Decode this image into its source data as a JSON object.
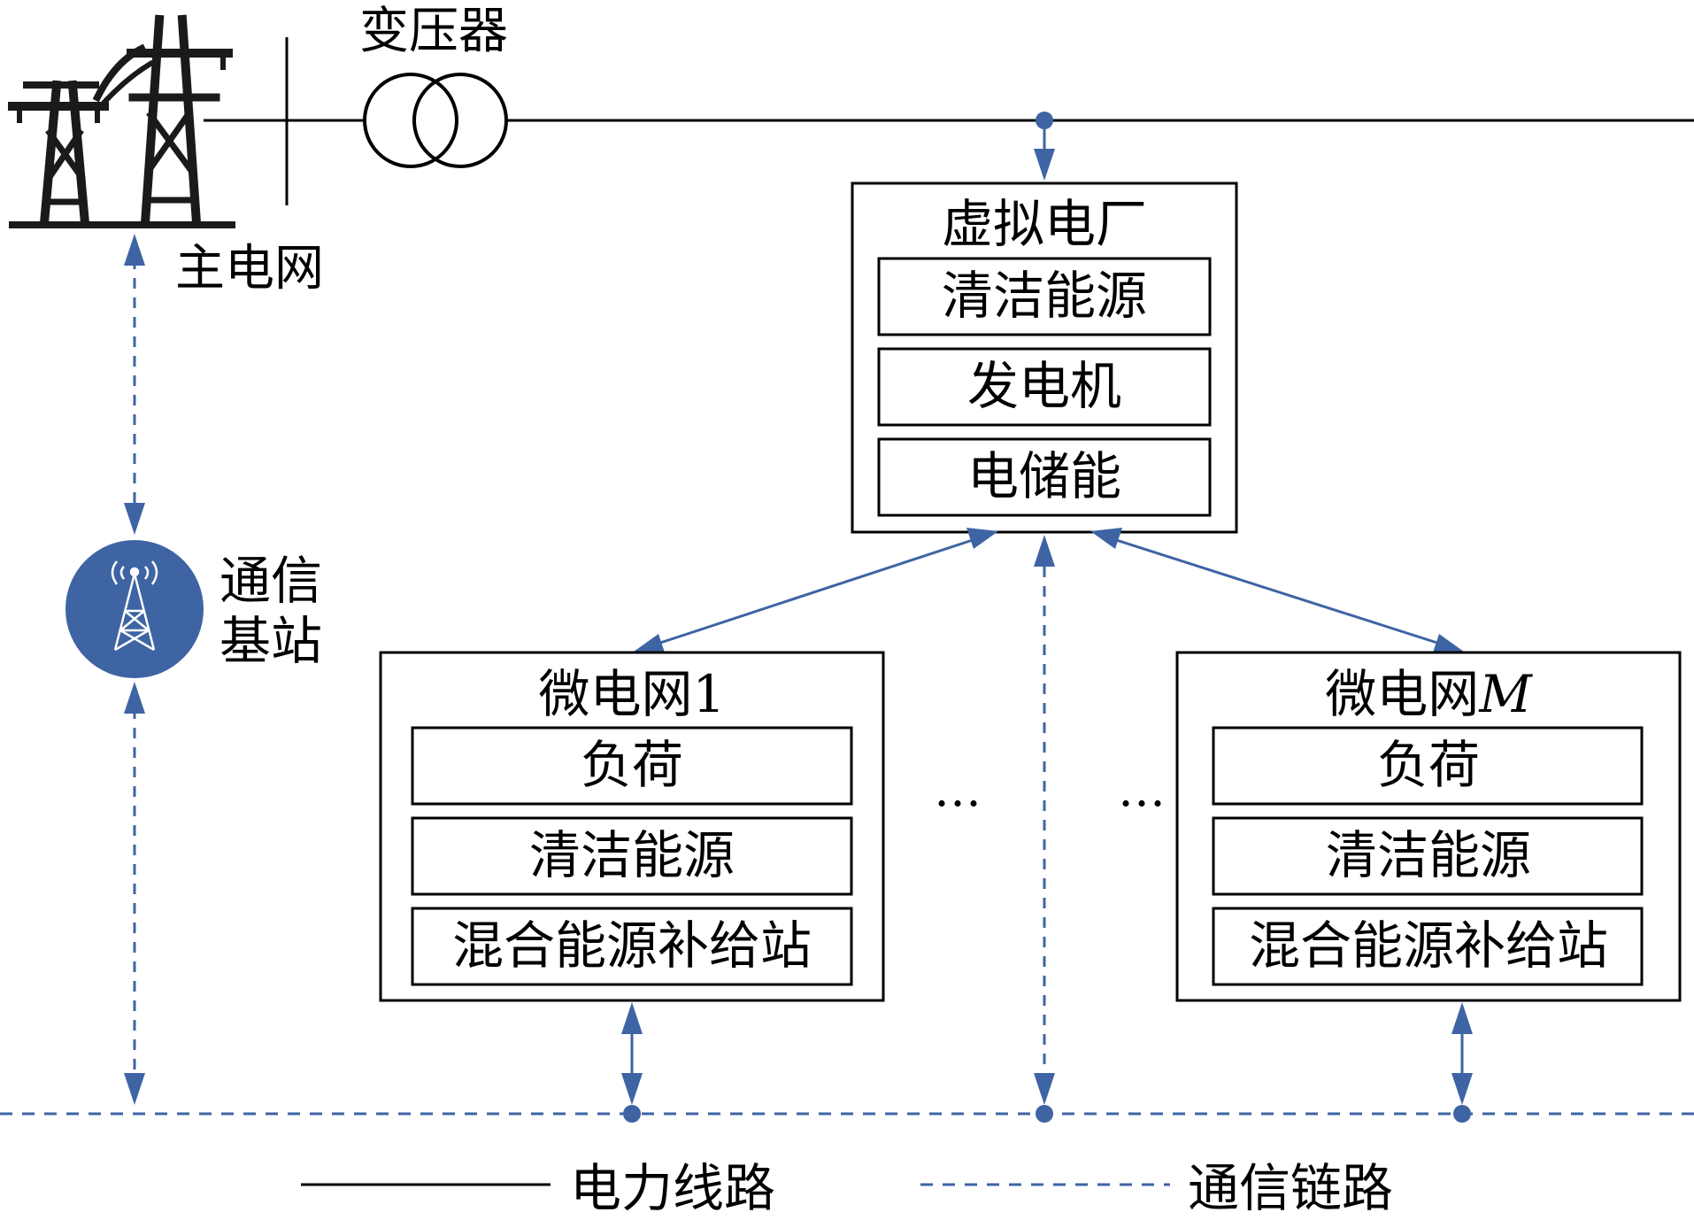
{
  "colors": {
    "accent": "#3e64a4",
    "line": "#000000"
  },
  "grid_label": "主电网",
  "transformer_label": "变压器",
  "base_station": {
    "line1": "通信",
    "line2": "基站",
    "icon": "cell-tower-icon"
  },
  "vpp": {
    "title": "虚拟电厂",
    "items": [
      "清洁能源",
      "发电机",
      "电储能"
    ]
  },
  "microgrid_1": {
    "title": "微电网1",
    "items": [
      "负荷",
      "清洁能源",
      "混合能源补给站"
    ]
  },
  "microgrid_m": {
    "title_prefix": "微电网",
    "title_suffix": "M",
    "items": [
      "负荷",
      "清洁能源",
      "混合能源补给站"
    ]
  },
  "ellipsis": "…",
  "legend": {
    "power_line": "电力线路",
    "comm_link": "通信链路"
  }
}
